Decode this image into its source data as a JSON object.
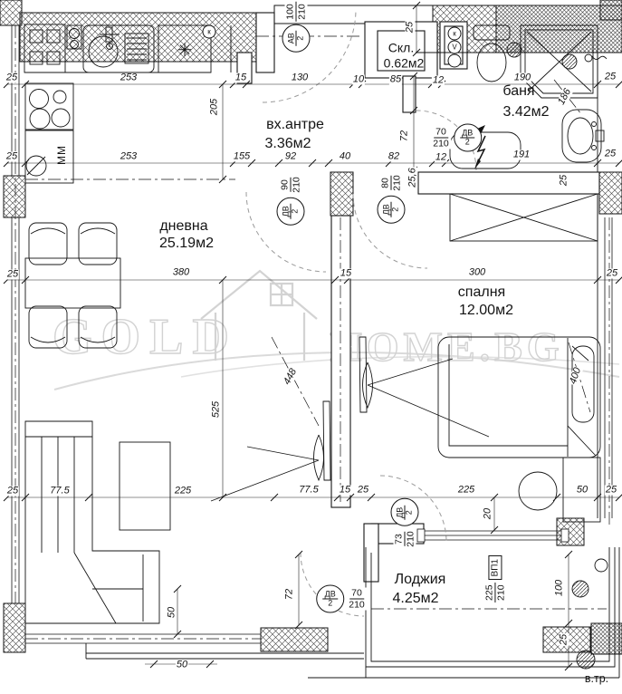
{
  "watermark": {
    "gold": "GOLD",
    "home": "HOME.BG"
  },
  "rooms": {
    "living": {
      "name": "дневна",
      "area": "25.19м2"
    },
    "hall": {
      "name": "вх.антре",
      "area": "3.36м2"
    },
    "storage": {
      "name": "Скл.",
      "area": "0.62м2"
    },
    "bath": {
      "name": "баня",
      "area": "3.42м2"
    },
    "bedroom": {
      "name": "спалня",
      "area": "12.00м2"
    },
    "loggia": {
      "name": "Лоджия",
      "area": "4.25м2"
    }
  },
  "door_tags": {
    "entrance": {
      "code": "АВ",
      "num": "2",
      "size_num": "100",
      "size_den": "210"
    },
    "hall_living": {
      "code": "ДВ",
      "num": "2",
      "size_num": "90",
      "size_den": "210"
    },
    "bedroom": {
      "code": "ДВ",
      "num": "2",
      "size_num": "80",
      "size_den": "210"
    },
    "bath": {
      "code": "ДВ",
      "num": "2",
      "size_num": "70",
      "size_den": "210"
    },
    "living_loggia": {
      "code": "ДВ",
      "num": "2",
      "size_num": "70",
      "size_den": "210"
    },
    "bedroom_loggia": {
      "code": "ДВ",
      "num": "2",
      "size_num": "73",
      "size_den": "210"
    }
  },
  "window_tag": {
    "label": "ВП1",
    "size_num": "225",
    "size_den": "210"
  },
  "shaft": {
    "top": "к",
    "middle": "V"
  },
  "kitchen": {
    "dishwasher_label": "ММ",
    "vent_label": "к",
    "fridge_icon": "✳"
  },
  "dims": {
    "rowA": [
      "25",
      "253",
      "15",
      "130",
      "10",
      "85",
      "12",
      "190",
      "25"
    ],
    "rowB": [
      "25",
      "253",
      "155",
      "92",
      "40",
      "82",
      "12",
      "191",
      "25"
    ],
    "rowC": [
      "25",
      "380",
      "15",
      "300",
      "25"
    ],
    "rowD": [
      "25",
      "77.5",
      "225",
      "77.5",
      "15",
      "25",
      "225",
      "50",
      "25"
    ],
    "vertical": [
      "205",
      "25",
      "72",
      "25,6",
      "186",
      "25",
      "525",
      "448",
      "400",
      "20",
      "72",
      "100",
      "25",
      "50"
    ],
    "bottom": [
      "50"
    ]
  },
  "note": {
    "bottom_right": "в.тр."
  }
}
